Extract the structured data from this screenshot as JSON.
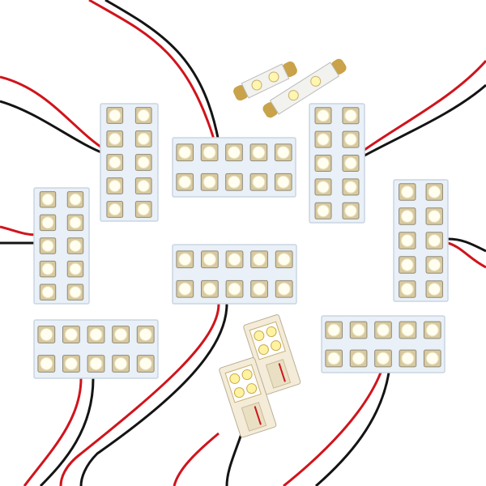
{
  "product": {
    "panels": [
      {
        "orientation": "vertical",
        "cols": 2,
        "rows": 5
      },
      {
        "orientation": "horizontal",
        "cols": 5,
        "rows": 2
      },
      {
        "orientation": "vertical",
        "cols": 2,
        "rows": 5
      },
      {
        "orientation": "vertical",
        "cols": 2,
        "rows": 5
      },
      {
        "orientation": "vertical",
        "cols": 2,
        "rows": 5
      },
      {
        "orientation": "horizontal",
        "cols": 5,
        "rows": 2
      },
      {
        "orientation": "horizontal",
        "cols": 5,
        "rows": 2
      },
      {
        "orientation": "horizontal",
        "cols": 5,
        "rows": 2
      }
    ],
    "festoon_bulbs": 2,
    "t10_wedge_bulbs": 2
  },
  "colors": {
    "board": "#e9f0f7",
    "board_edge": "#c9d5e2",
    "led_frame": "#d9c9a0",
    "led": "#fffef0",
    "wire_red": "#d0141c",
    "wire_black": "#141414",
    "brass": "#c9a24a",
    "t10_body": "#f4ecd8"
  }
}
